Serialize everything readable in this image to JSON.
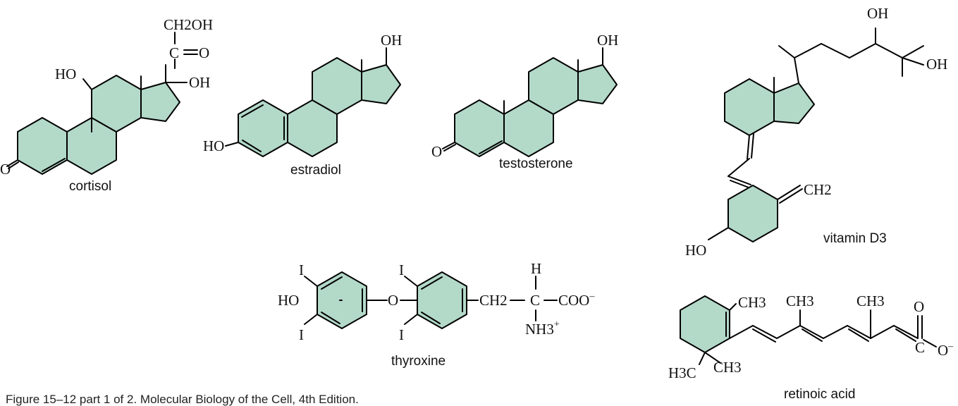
{
  "names": {
    "cortisol": "cortisol",
    "estradiol": "estradiol",
    "testosterone": "testosterone",
    "vitamin_d3": "vitamin D3",
    "thyroxine": "thyroxine",
    "retinoic_acid": "retinoic acid"
  },
  "atoms": {
    "ch2oh": "CH2OH",
    "c": "C",
    "o": "O",
    "ho": "HO",
    "oh": "OH",
    "ch2": "CH2",
    "i": "I",
    "h": "H",
    "coo_minus": "COO",
    "minus": "–",
    "nh3": "NH3",
    "plus": "+",
    "ch3": "CH3",
    "h3c": "H3C"
  },
  "caption": "Figure 15–12 part 1 of 2. Molecular Biology of the Cell, 4th Edition.",
  "colors": {
    "ring_fill": "#b3d9c9",
    "line": "#000000"
  }
}
